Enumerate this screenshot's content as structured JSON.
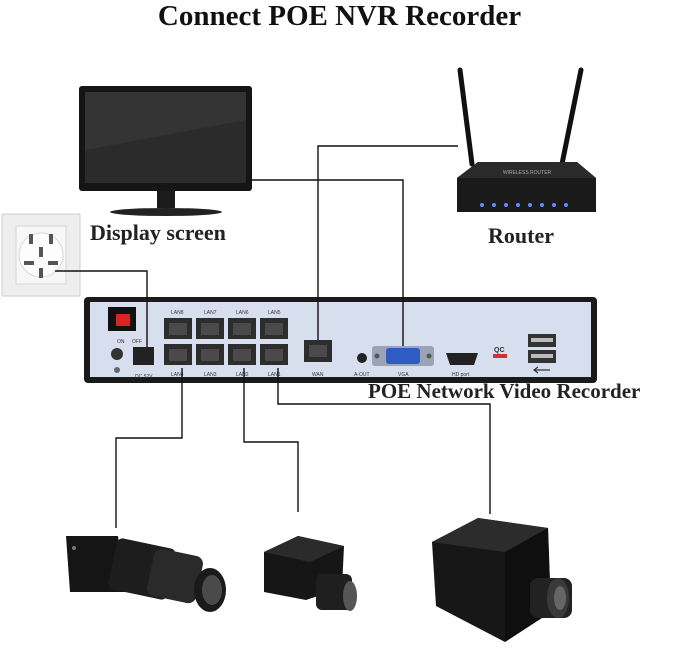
{
  "title": "Connect POE NVR Recorder",
  "labels": {
    "display": "Display screen",
    "router": "Router",
    "nvr": "POE Network Video Recorder"
  },
  "device_text": {
    "router_brand": "WIRELESS ROUTER",
    "lan_top": [
      "LAN8",
      "LAN7",
      "LAN6",
      "LAN5"
    ],
    "lan_bottom": [
      "LAN4",
      "LAN3",
      "LAN2",
      "LAN1"
    ],
    "on": "ON",
    "off": "OFF",
    "dc": "DC 52V",
    "wan": "WAN",
    "aout": "A-OUT",
    "vga": "VGA",
    "hd": "HD port",
    "qc": "QC"
  },
  "colors": {
    "nvr_panel": "#d7dfee",
    "device_black": "#151515",
    "wire": "#111111",
    "router_led": "#5b8dff"
  },
  "icons": [
    "power-socket-icon",
    "power-switch-icon",
    "usb-icon"
  ]
}
